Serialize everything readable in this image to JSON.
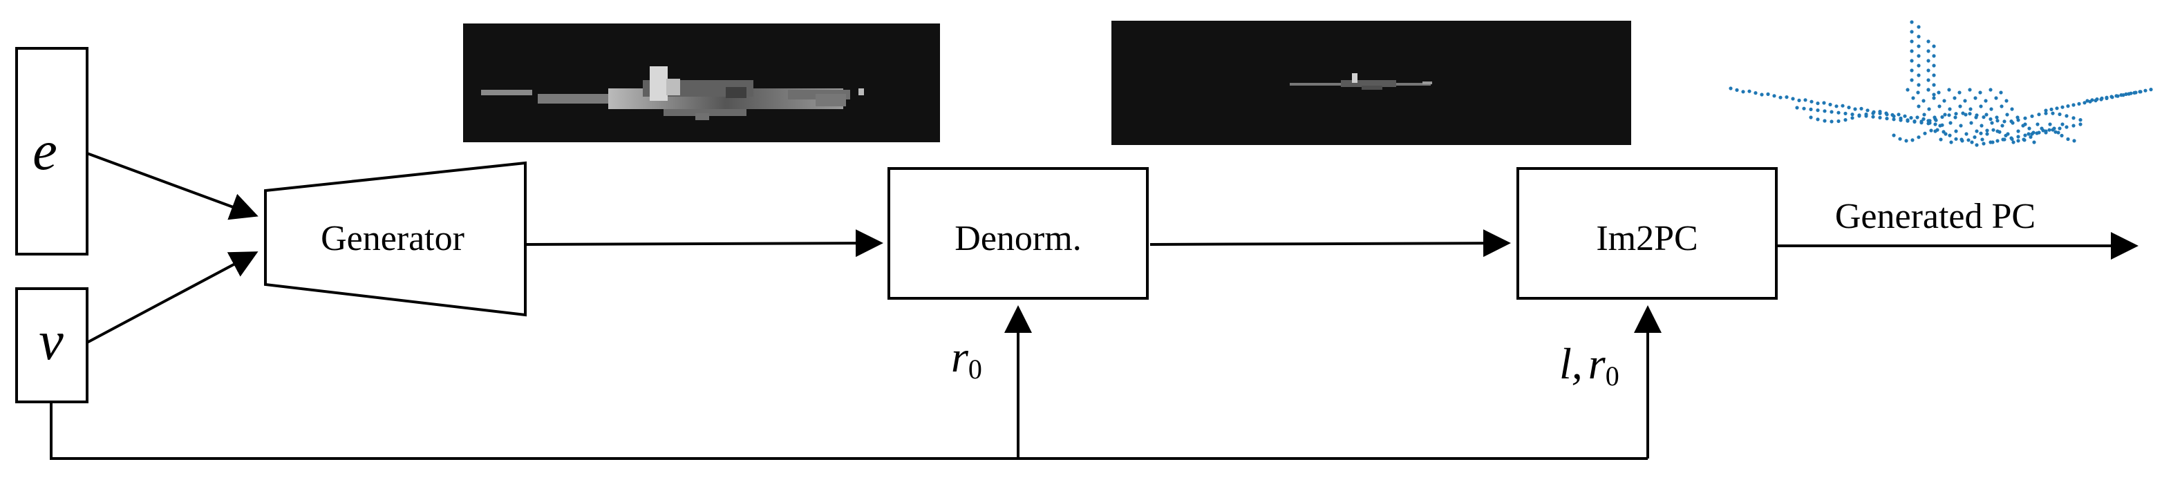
{
  "inputs": {
    "e_label": "e",
    "v_label": "v"
  },
  "blocks": {
    "generator_label": "Generator",
    "denorm_label": "Denorm.",
    "im2pc_label": "Im2PC"
  },
  "params": {
    "denorm_r": "r",
    "denorm_r_sub": "0",
    "im2pc_l": "l",
    "im2pc_sep": ",",
    "im2pc_r": "r",
    "im2pc_r_sub": "0"
  },
  "output": {
    "label": "Generated PC"
  },
  "colors": {
    "line": "#000000",
    "image_background": "#111111",
    "point_cloud": "#1f77b4"
  }
}
